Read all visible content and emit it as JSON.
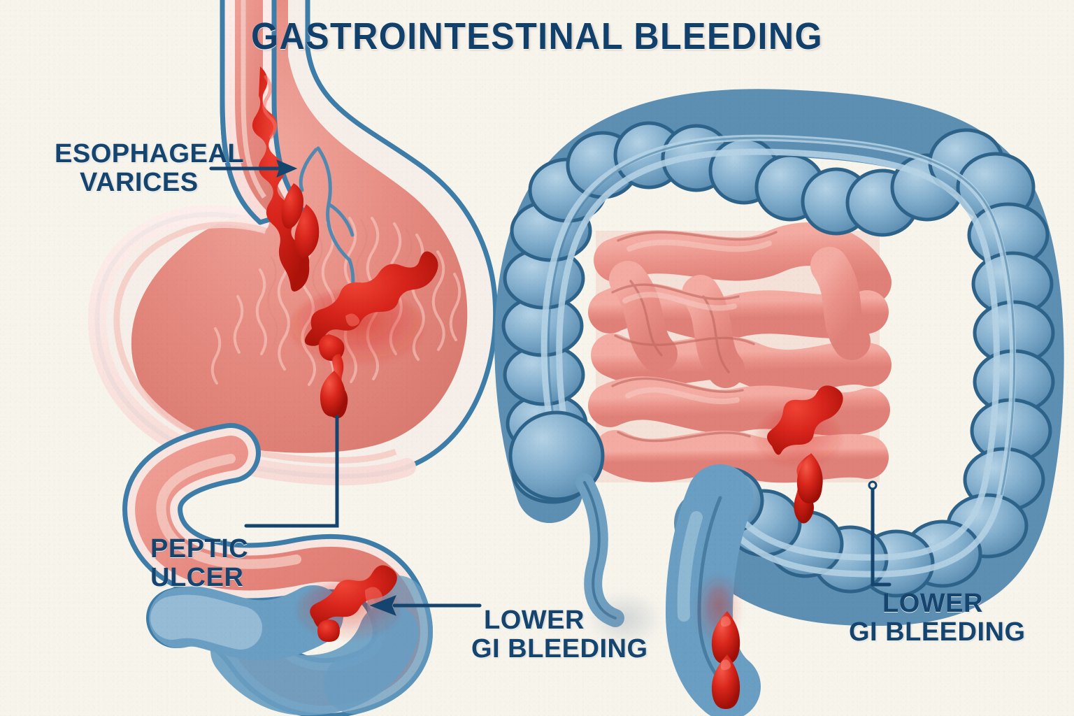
{
  "page": {
    "title": "GASTROINTESTINAL BLEEDING",
    "background_color": "#f7f4ec",
    "ink_color": "#15456e"
  },
  "labels": {
    "varices_line1": "ESOPHAGEAL",
    "varices_line2": "VARICES",
    "ulcer_line1": "PEPTIC",
    "ulcer_line2": "ULCER",
    "lower_left_line1": "LOWER",
    "lower_left_line2": "GI BLEEDING",
    "lower_right_line1": "LOWER",
    "lower_right_line2": "GI BLEEDING"
  },
  "anatomy": {
    "esophagus": "esophagus",
    "stomach": "stomach",
    "duodenum": "duodenum",
    "large_intestine": "large-intestine-colon",
    "small_intestine": "small-intestine",
    "appendix": "appendix",
    "rectum": "rectum"
  },
  "lesions": {
    "esophageal_varices": "esophageal-varices-bleed",
    "gastric_ulcer": "gastric-peptic-ulcer-bleed",
    "duodenal_lesion": "duodenal-bleed",
    "small_bowel_bleed": "small-intestine-bleed",
    "rectal_bleed": "rectal-bleed"
  },
  "colors": {
    "ink": "#15456e",
    "title": "#11406a",
    "background": "#f7f4ec",
    "blood": "#d8251c",
    "blood_dark": "#a6140f",
    "mucosa": "#e8897f",
    "mucosa_light": "#f2b4ac",
    "serosa": "#fbe3df",
    "colon_blue": "#7aa7c7",
    "colon_blue_dark": "#2e6389",
    "vessel_blue": "#3d7da8"
  }
}
